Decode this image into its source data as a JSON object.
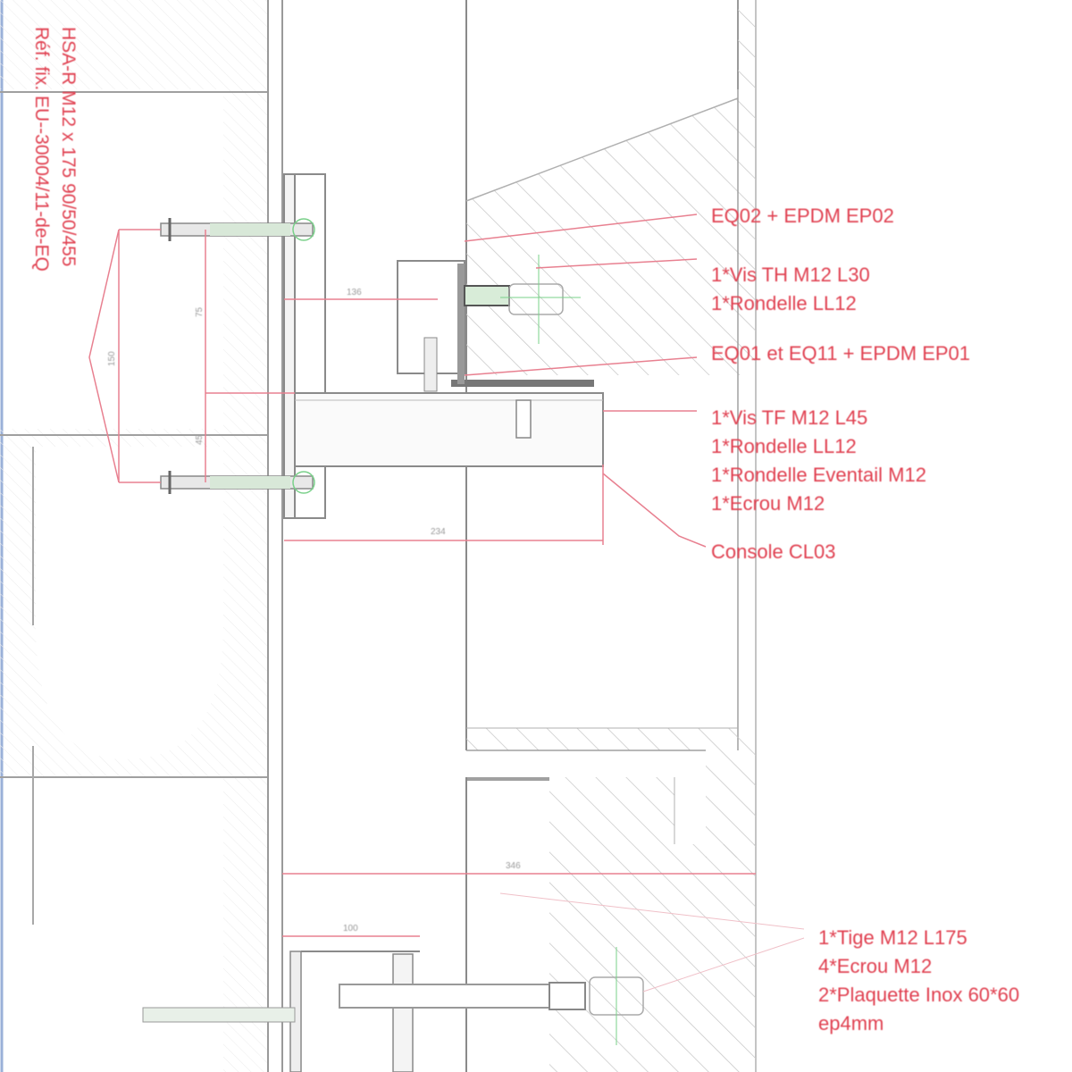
{
  "drawing": {
    "type": "construction-detail-section",
    "colors": {
      "annotation": "#e04050",
      "linework": "#9a9a9a",
      "hatch": "#c8c8c8",
      "axis": "#7ad08a",
      "frame": "#7a9ad0"
    },
    "vertical_label": {
      "lines": [
        "HSA-R M12 x 175 90/50/455",
        "Réf. fix. EU--30004/11-de-EQ"
      ]
    },
    "annotations": [
      {
        "id": "eq02",
        "lines": [
          "EQ02 + EPDM EP02"
        ]
      },
      {
        "id": "vis-th",
        "lines": [
          "1*Vis TH M12 L30",
          "1*Rondelle LL12"
        ]
      },
      {
        "id": "eq01",
        "lines": [
          "EQ01 et EQ11 + EPDM EP01"
        ]
      },
      {
        "id": "vis-tf",
        "lines": [
          "1*Vis TF M12 L45",
          "1*Rondelle LL12",
          "1*Rondelle Eventail M12",
          "1*Ecrou M12"
        ]
      },
      {
        "id": "console",
        "lines": [
          "Console CL03"
        ]
      },
      {
        "id": "tige",
        "lines": [
          "1*Tige M12 L175",
          "4*Ecrou M12",
          "2*Plaquette Inox 60*60",
          "ep4mm"
        ]
      }
    ],
    "dimensions": {
      "bracket_height": "150",
      "bracket_inner": "75",
      "bracket_offset": "45",
      "top_offset": "136",
      "console_length": "234",
      "bottom_overall": "346",
      "bottom_plate": "100"
    }
  }
}
